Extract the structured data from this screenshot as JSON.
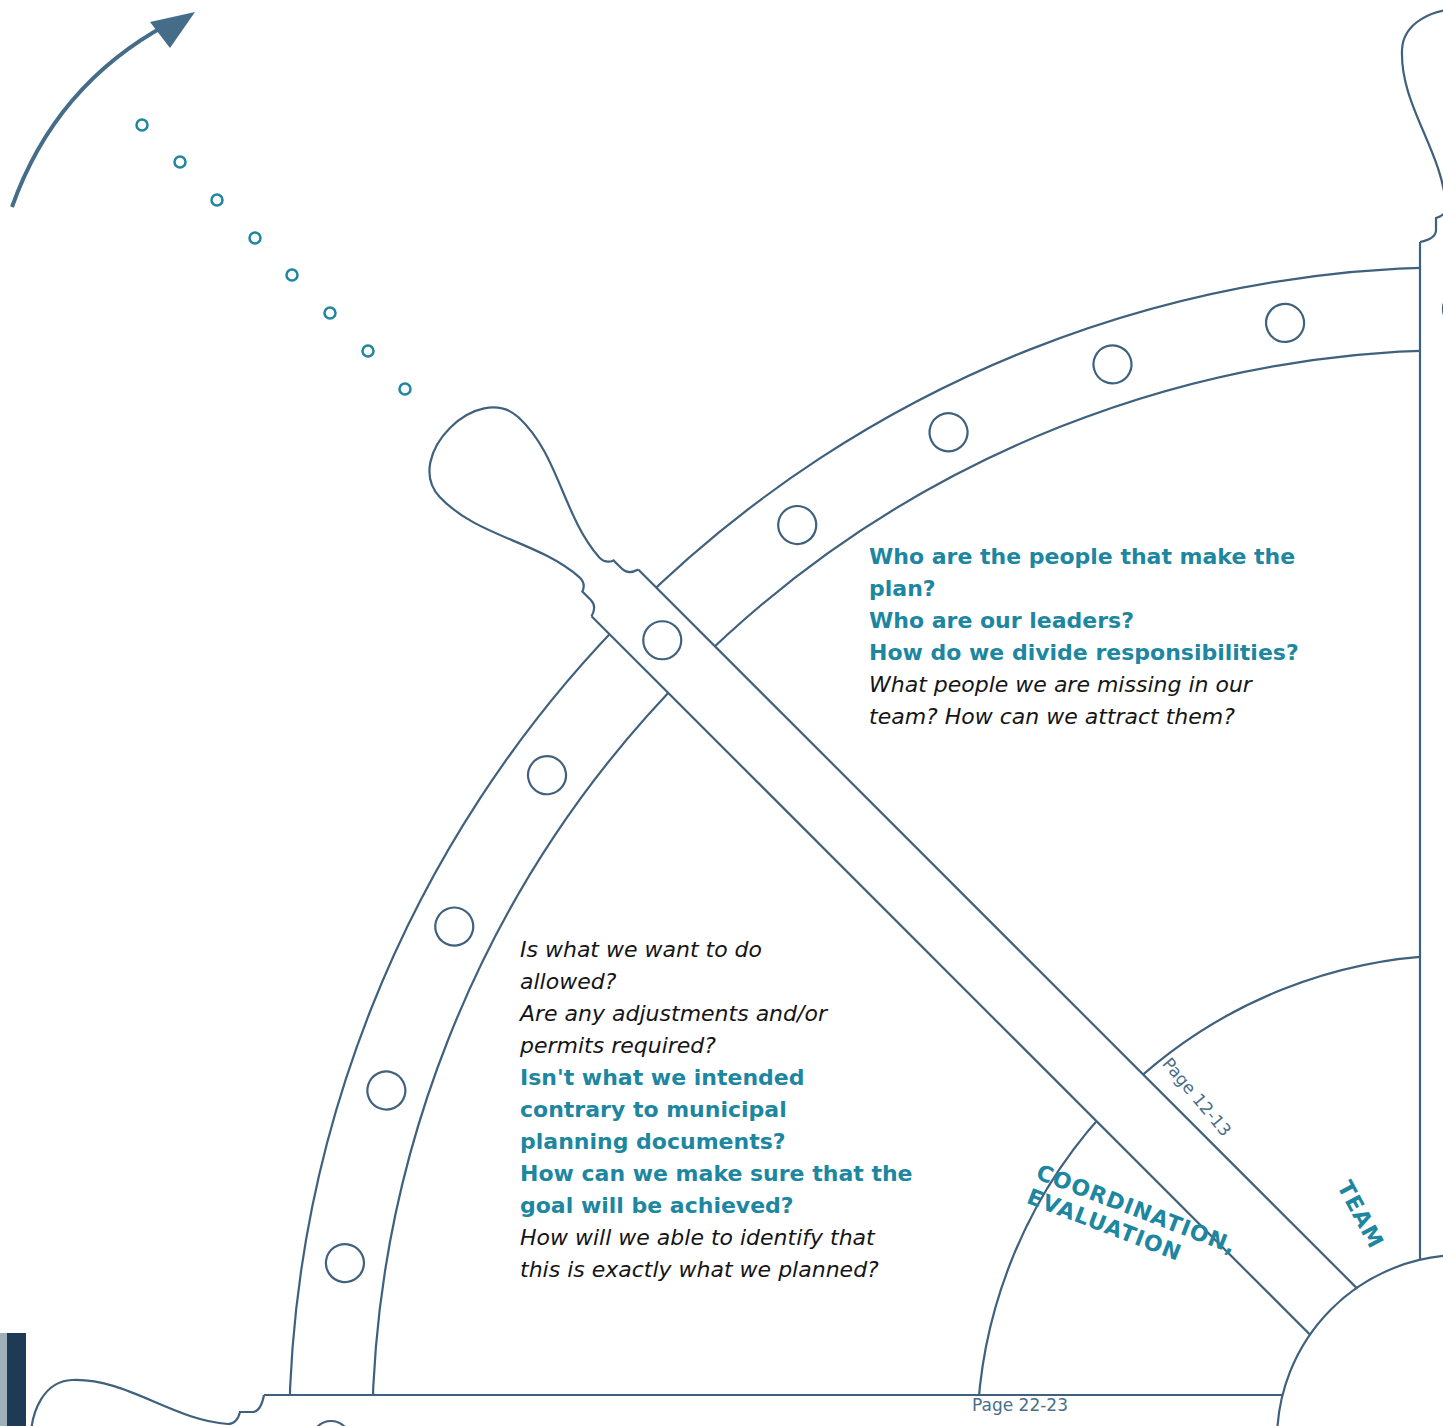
{
  "diagram": {
    "nodes": [
      {
        "text": [
          "Who are the people that make the plan?",
          "Who are our leaders?",
          "How do we divide responsibilities?",
          "What people we are missing in our team? How can we attract them?"
        ]
      },
      {
        "text": [
          "Is what we want to do allowed?",
          "Are any adjustments and/or permits required?",
          "Isn't what we intended contrary to municipal planning documents?",
          "How can we make sure that the goal will be achieved?",
          "How will we able to identify that this is exactly what we planned?"
        ]
      },
      {
        "text": [
          "Page 12-13",
          "TEAM"
        ]
      },
      {
        "text": [
          "COORDINATION, EVALUATION",
          "Page 22-23"
        ]
      }
    ]
  }
}
